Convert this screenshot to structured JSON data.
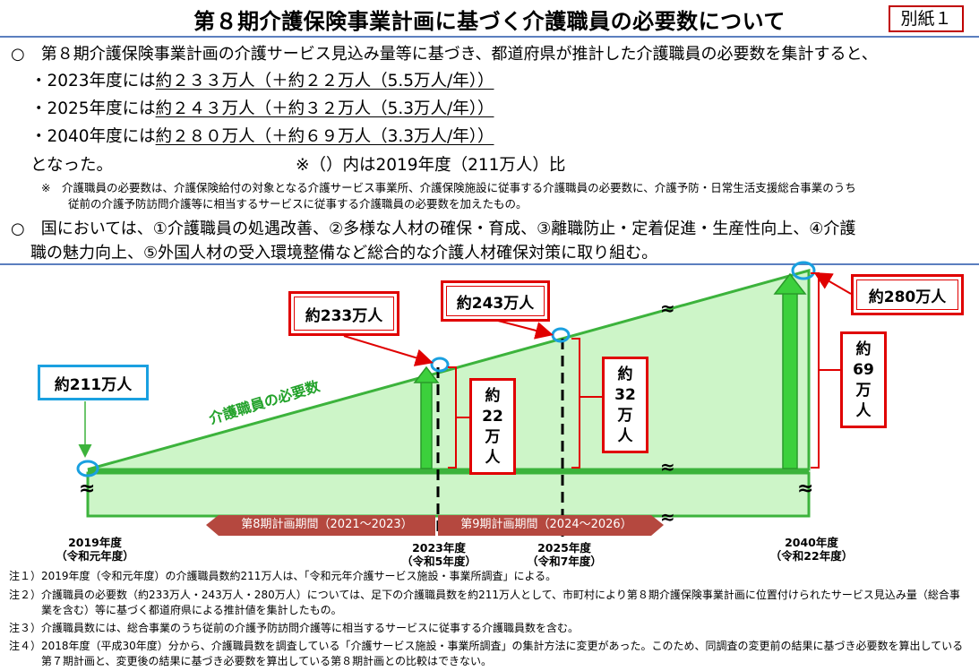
{
  "header": {
    "title": "第８期介護保険事業計画に基づく介護職員の必要数について",
    "attachment_label": "別紙１"
  },
  "summary": {
    "intro": "○　第８期介護保険事業計画の介護サービス見込み量等に基づき、都道府県が推計した介護職員の必要数を集計すると、",
    "items": [
      {
        "prefix": "・2023年度には",
        "value": "約２３３万人（＋約２２万人（5.5万人/年））"
      },
      {
        "prefix": "・2025年度には",
        "value": "約２４３万人（＋約３２万人（5.3万人/年））"
      },
      {
        "prefix": "・2040年度には",
        "value": "約２８０万人（＋約６９万人（3.3万人/年））"
      }
    ],
    "conclusion": "となった。",
    "baseline_note": "※（）内は2019年度（211万人）比",
    "asterisk_note_line1": "※　介護職員の必要数は、介護保険給付の対象となる介護サービス事業所、介護保険施設に従事する介護職員の必要数に、介護予防・日常生活支援総合事業のうち",
    "asterisk_note_line2": "従前の介護予防訪問介護等に相当するサービスに従事する介護職員の必要数を加えたもの。",
    "policy_line1": "○　国においては、①介護職員の処遇改善、②多様な人材の確保・育成、③離職防止・定着促進・生産性向上、④介護",
    "policy_line2": "職の魅力向上、⑤外国人材の受入環境整備など総合的な介護人材確保対策に取り組む。"
  },
  "figure": {
    "series_label": "介護職員の必要数",
    "callouts": {
      "y2019": "約211万人",
      "y2023": "約233万人",
      "y2025": "約243万人",
      "y2040": "約280万人"
    },
    "increments": {
      "y2023": [
        "約",
        "22",
        "万",
        "人"
      ],
      "y2025": [
        "約",
        "32",
        "万",
        "人"
      ],
      "y2040": [
        "約",
        "69",
        "万",
        "人"
      ]
    },
    "x_labels": {
      "y2019": [
        "2019年度",
        "（令和元年度）"
      ],
      "y2023": [
        "2023年度",
        "（令和5年度）"
      ],
      "y2025": [
        "2025年度",
        "（令和7年度）"
      ],
      "y2040": [
        "2040年度",
        "（令和22年度）"
      ]
    },
    "periods": {
      "p8": "第8期計画期間（2021～2023）",
      "p9": "第9期計画期間（2024～2026）"
    },
    "colors": {
      "fill": "#cdf5c8",
      "line": "#3cb33c",
      "callout_red": "#e00000",
      "callout_blue": "#1aa0e0",
      "period_arrow": "#b5483f"
    }
  },
  "footnotes": [
    "注１）2019年度（令和元年度）の介護職員数約211万人は、「令和元年介護サービス施設・事業所調査」による。",
    "注２）介護職員の必要数（約233万人・243万人・280万人）については、足下の介護職員数を約211万人として、市町村により第８期介護保険事業計画に位置付けられたサービス見込み量（総合事",
    "　　　業を含む）等に基づく都道府県による推計値を集計したもの。",
    "注３）介護職員数には、総合事業のうち従前の介護予防訪問介護等に相当するサービスに従事する介護職員数を含む。",
    "注４）2018年度（平成30年度）分から、介護職員数を調査している「介護サービス施設・事業所調査」の集計方法に変更があった。このため、同調査の変更前の結果に基づき必要数を算出している",
    "　　　第７期計画と、変更後の結果に基づき必要数を算出している第８期計画との比較はできない。"
  ]
}
